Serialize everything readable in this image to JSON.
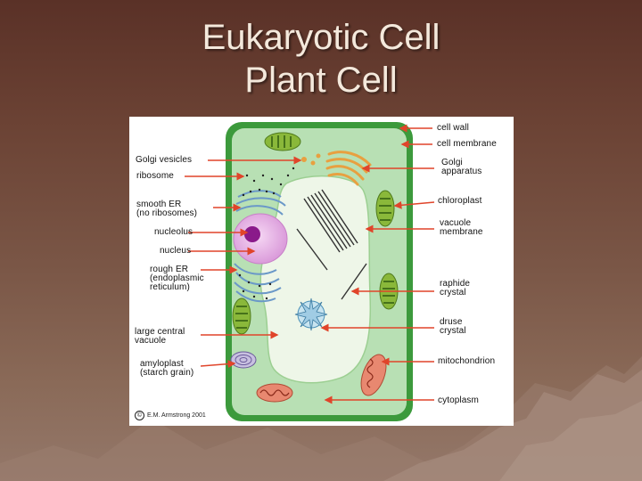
{
  "slide": {
    "title_line1": "Eukaryotic Cell",
    "title_line2": "Plant Cell"
  },
  "diagram": {
    "labels_left": {
      "golgi_vesicles": "Golgi vesicles",
      "ribosome": "ribosome",
      "smooth_er_1": "smooth ER",
      "smooth_er_2": "(no ribosomes)",
      "nucleolus": "nucleolus",
      "nucleus": "nucleus",
      "rough_er_1": "rough ER",
      "rough_er_2": "(endoplasmic",
      "rough_er_3": "reticulum)",
      "large_central_vacuole_1": "large central",
      "large_central_vacuole_2": "vacuole",
      "amyloplast_1": "amyloplast",
      "amyloplast_2": "(starch grain)"
    },
    "labels_right": {
      "cell_wall": "cell wall",
      "cell_membrane": "cell membrane",
      "golgi_apparatus_1": "Golgi",
      "golgi_apparatus_2": "apparatus",
      "chloroplast": "chloroplast",
      "vacuole_membrane_1": "vacuole",
      "vacuole_membrane_2": "membrane",
      "raphide_crystal_1": "raphide",
      "raphide_crystal_2": "crystal",
      "druse_crystal_1": "druse",
      "druse_crystal_2": "crystal",
      "mitochondrion": "mitochondrion",
      "cytoplasm": "cytoplasm"
    },
    "credit": "E.M. Armstrong 2001",
    "credit_symbol": "©",
    "colors": {
      "cell_wall": "#3c9a3c",
      "cytoplasm": "#b8e0b4",
      "vacuole": "#eef6e8",
      "nucleus": "#e8b8e8",
      "nucleolus": "#8a1a8a",
      "arrow": "#e0442a",
      "mitochondrion": "#e88870",
      "golgi": "#e8a040",
      "chloroplast": "#8ab83a",
      "er": "#7aa8d8"
    }
  }
}
